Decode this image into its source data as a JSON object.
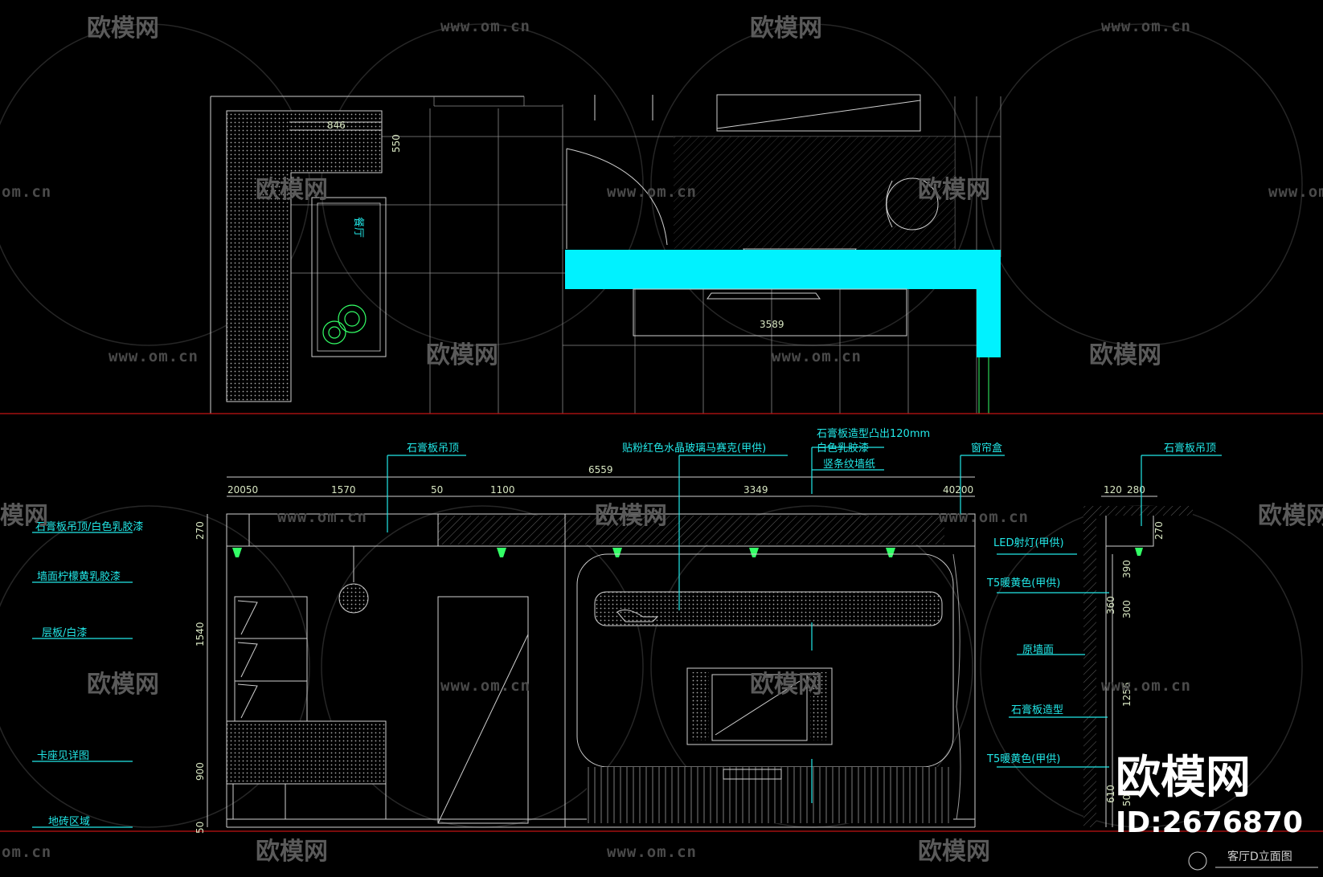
{
  "colors": {
    "background": "#000000",
    "cyan": "#22e8e8",
    "beam": "#00f2ff",
    "red": "#c41414",
    "green": "#33ff66",
    "white": "#ffffff",
    "watermark": "#5a5a5a"
  },
  "watermark": {
    "brand": "欧模网",
    "url": "www.om.cn",
    "url_short": "om.cn",
    "brand_partial": "模网"
  },
  "plan": {
    "room_label": "餐厅",
    "dim_846": "846",
    "dim_550": "550",
    "dim_3589": "3589"
  },
  "elevation": {
    "left_labels": [
      "石膏板吊顶/白色乳胶漆",
      "墙面柠檬黄乳胶漆",
      "层板/白漆",
      "卡座见详图",
      "地砖区域"
    ],
    "top_labels": [
      "石膏板吊顶",
      "贴粉红色水晶玻璃马赛克(甲供)",
      "石膏板造型凸出120mm",
      "白色乳胶漆",
      "竖条纹墙纸",
      "窗帘盒"
    ],
    "dims_top": [
      "20050",
      "1570",
      "50",
      "1100",
      "3349",
      "40200"
    ],
    "dim_overall": "6559",
    "dims_left": [
      "270",
      "1540",
      "900",
      "50"
    ]
  },
  "section": {
    "title_label": "石膏板吊顶",
    "right_labels": [
      "LED射灯(甲供)",
      "T5暖黄色(甲供)",
      "原墙面",
      "石膏板造型",
      "T5暖黄色(甲供)"
    ],
    "dims_top": [
      "120",
      "280"
    ],
    "dims_vertical": [
      "270",
      "390",
      "360",
      "300",
      "1256",
      "610",
      "50"
    ]
  },
  "branding": {
    "logo": "欧模网",
    "id": "ID:2676870"
  },
  "footer": {
    "drawing_title": "客厅D立面图"
  }
}
